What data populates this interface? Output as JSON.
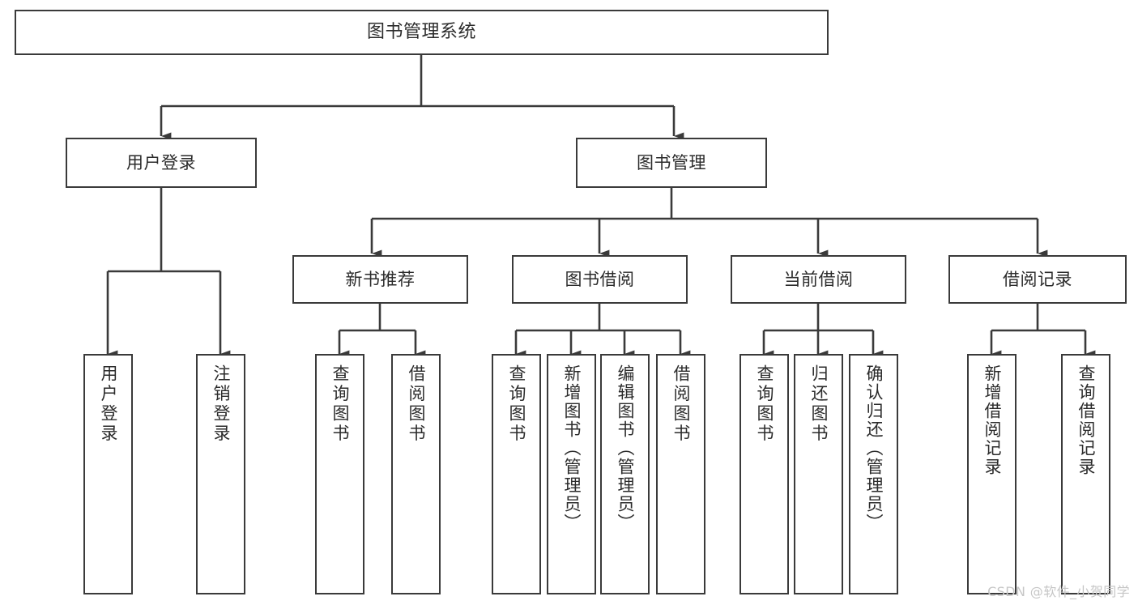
{
  "diagram": {
    "title": "图书管理系统",
    "type": "hierarchy-tree",
    "line_color": "#3a3a3a",
    "box_fill": "#ffffff",
    "text_color": "#2b2b2b"
  },
  "nodes": {
    "root": {
      "label": "图书管理系统"
    },
    "level2": [
      {
        "label": "用户登录"
      },
      {
        "label": "图书管理"
      }
    ],
    "level3": [
      {
        "label": "新书推荐"
      },
      {
        "label": "图书借阅"
      },
      {
        "label": "当前借阅"
      },
      {
        "label": "借阅记录"
      }
    ],
    "leaves": {
      "user_login": [
        {
          "label": "用户登录"
        },
        {
          "label": "注销登录"
        }
      ],
      "new_book_recommend": [
        {
          "label": "查询图书"
        },
        {
          "label": "借阅图书"
        }
      ],
      "book_borrow": [
        {
          "label": "查询图书"
        },
        {
          "label": "新增图书（管理员）"
        },
        {
          "label": "编辑图书（管理员）"
        },
        {
          "label": "借阅图书"
        }
      ],
      "current_borrow": [
        {
          "label": "查询图书"
        },
        {
          "label": "归还图书"
        },
        {
          "label": "确认归还（管理员）"
        }
      ],
      "borrow_record": [
        {
          "label": "新增借阅记录"
        },
        {
          "label": "查询借阅记录"
        }
      ]
    }
  },
  "watermark": {
    "text": "CSDN @软件_小贺同学"
  }
}
